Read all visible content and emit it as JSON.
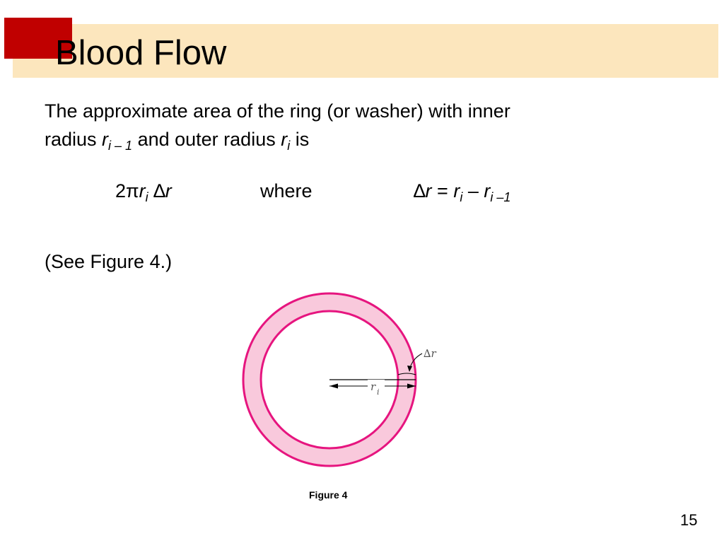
{
  "slide": {
    "title": "Blood Flow",
    "text_line1": "The approximate area of the ring (or washer) with inner",
    "text_line2": {
      "a": "radius ",
      "r1": "r",
      "r1_sub": "i – 1",
      "b": " and outer radius ",
      "r2": "r",
      "r2_sub": "i",
      "c": " is"
    },
    "formula": {
      "coef": "2",
      "pi": "π",
      "r": "r",
      "r_sub": "i",
      "delta": "∆",
      "dr": "r",
      "where": "where",
      "rhs_delta": "∆",
      "rhs_r": "r",
      "eq": " = ",
      "rhs_ri": "r",
      "rhs_ri_sub": "i",
      "minus": " – ",
      "rhs_rim1": "r",
      "rhs_rim1_sub": "i –1"
    },
    "see_figure": "(See Figure 4.)",
    "figure": {
      "label_delta": "∆",
      "label_delta_r": "r",
      "label_r": "r",
      "label_r_sub": "i",
      "caption": "Figure 4",
      "ring_color": "#e6157f",
      "ring_fill": "#f9c9dc"
    },
    "page_number": "15",
    "colors": {
      "accent_red": "#c00000",
      "title_bar": "#fce6bd"
    }
  }
}
